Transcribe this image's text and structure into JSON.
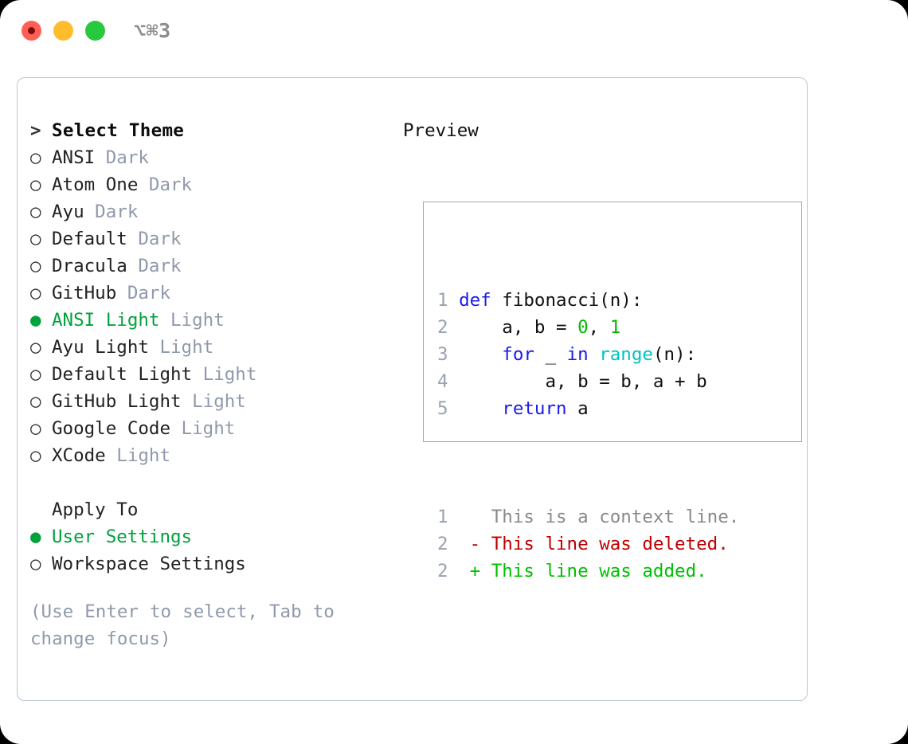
{
  "titlebar": {
    "shortcut": "⌥⌘3",
    "buttons": [
      {
        "name": "close",
        "color": "#ff5f57"
      },
      {
        "name": "minimize",
        "color": "#ffbd2e"
      },
      {
        "name": "maximize",
        "color": "#28c93f"
      }
    ]
  },
  "colors": {
    "accent_green": "#00a23c",
    "muted": "#9099ab",
    "panel_border": "#bcc4d2",
    "preview_border": "#9aa6bb",
    "keyword": "#1a1aee",
    "number": "#00bb00",
    "builtin": "#00c2c2",
    "diff_added": "#00c000",
    "diff_deleted": "#c00000",
    "diff_context": "#8a8a8a",
    "line_number": "#9aa2b0"
  },
  "theme_picker": {
    "header_prefix": ">",
    "header": "Select Theme",
    "marker_unselected": "○",
    "marker_selected": "●",
    "items": [
      {
        "name": "ANSI",
        "variant": "Dark",
        "selected": false
      },
      {
        "name": "Atom One",
        "variant": "Dark",
        "selected": false
      },
      {
        "name": "Ayu",
        "variant": "Dark",
        "selected": false
      },
      {
        "name": "Default",
        "variant": "Dark",
        "selected": false
      },
      {
        "name": "Dracula",
        "variant": "Dark",
        "selected": false
      },
      {
        "name": "GitHub",
        "variant": "Dark",
        "selected": false
      },
      {
        "name": "ANSI Light",
        "variant": "Light",
        "selected": true
      },
      {
        "name": "Ayu Light",
        "variant": "Light",
        "selected": false
      },
      {
        "name": "Default Light",
        "variant": "Light",
        "selected": false
      },
      {
        "name": "GitHub Light",
        "variant": "Light",
        "selected": false
      },
      {
        "name": "Google Code",
        "variant": "Light",
        "selected": false
      },
      {
        "name": "XCode",
        "variant": "Light",
        "selected": false
      }
    ]
  },
  "apply_to": {
    "header": "Apply To",
    "items": [
      {
        "label": "User Settings",
        "selected": true
      },
      {
        "label": "Workspace Settings",
        "selected": false
      }
    ]
  },
  "hint": "(Use Enter to select, Tab to change focus)",
  "preview": {
    "title": "Preview",
    "code_lines": [
      {
        "num": "1",
        "indent": 0,
        "tokens": [
          {
            "t": "def ",
            "c": "kw"
          },
          {
            "t": "fibonacci(n):",
            "c": "pl"
          }
        ]
      },
      {
        "num": "2",
        "indent": 4,
        "tokens": [
          {
            "t": "a, b = ",
            "c": "pl"
          },
          {
            "t": "0",
            "c": "num"
          },
          {
            "t": ", ",
            "c": "pl"
          },
          {
            "t": "1",
            "c": "num"
          }
        ]
      },
      {
        "num": "3",
        "indent": 4,
        "tokens": [
          {
            "t": "for ",
            "c": "kw"
          },
          {
            "t": "_ ",
            "c": "pl"
          },
          {
            "t": "in ",
            "c": "kw"
          },
          {
            "t": "range",
            "c": "bi"
          },
          {
            "t": "(n):",
            "c": "pl"
          }
        ]
      },
      {
        "num": "4",
        "indent": 8,
        "tokens": [
          {
            "t": "a, b = b, a + b",
            "c": "pl"
          }
        ]
      },
      {
        "num": "5",
        "indent": 4,
        "tokens": [
          {
            "t": "return ",
            "c": "kw"
          },
          {
            "t": "a",
            "c": "pl"
          }
        ]
      }
    ],
    "diff_lines": [
      {
        "num": "1",
        "marker": " ",
        "text": "This is a context line.",
        "kind": "ctx"
      },
      {
        "num": "2",
        "marker": "-",
        "text": "This line was deleted.",
        "kind": "del"
      },
      {
        "num": "2",
        "marker": "+",
        "text": "This line was added.",
        "kind": "add"
      }
    ]
  }
}
